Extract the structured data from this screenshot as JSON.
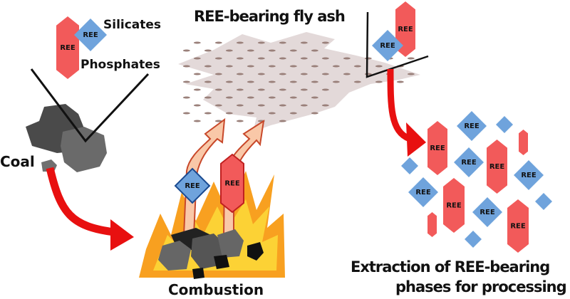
{
  "title": "REE-bearing fly ash",
  "labels": {
    "silicates": "Silicates",
    "phosphates": "Phosphates",
    "coal": "Coal",
    "combustion": "Combustion",
    "extraction_line1": "Extraction of REE-bearing",
    "extraction_line2": "phases for processing"
  },
  "crystal_label": "REE",
  "colors": {
    "phosphate_red": "#f25a5a",
    "silicate_blue": "#6fa3dc",
    "arrow_red": "#e81010",
    "ash": "#e0d6d6",
    "flame_orange": "#f8a020",
    "flame_yellow": "#fcd235"
  }
}
